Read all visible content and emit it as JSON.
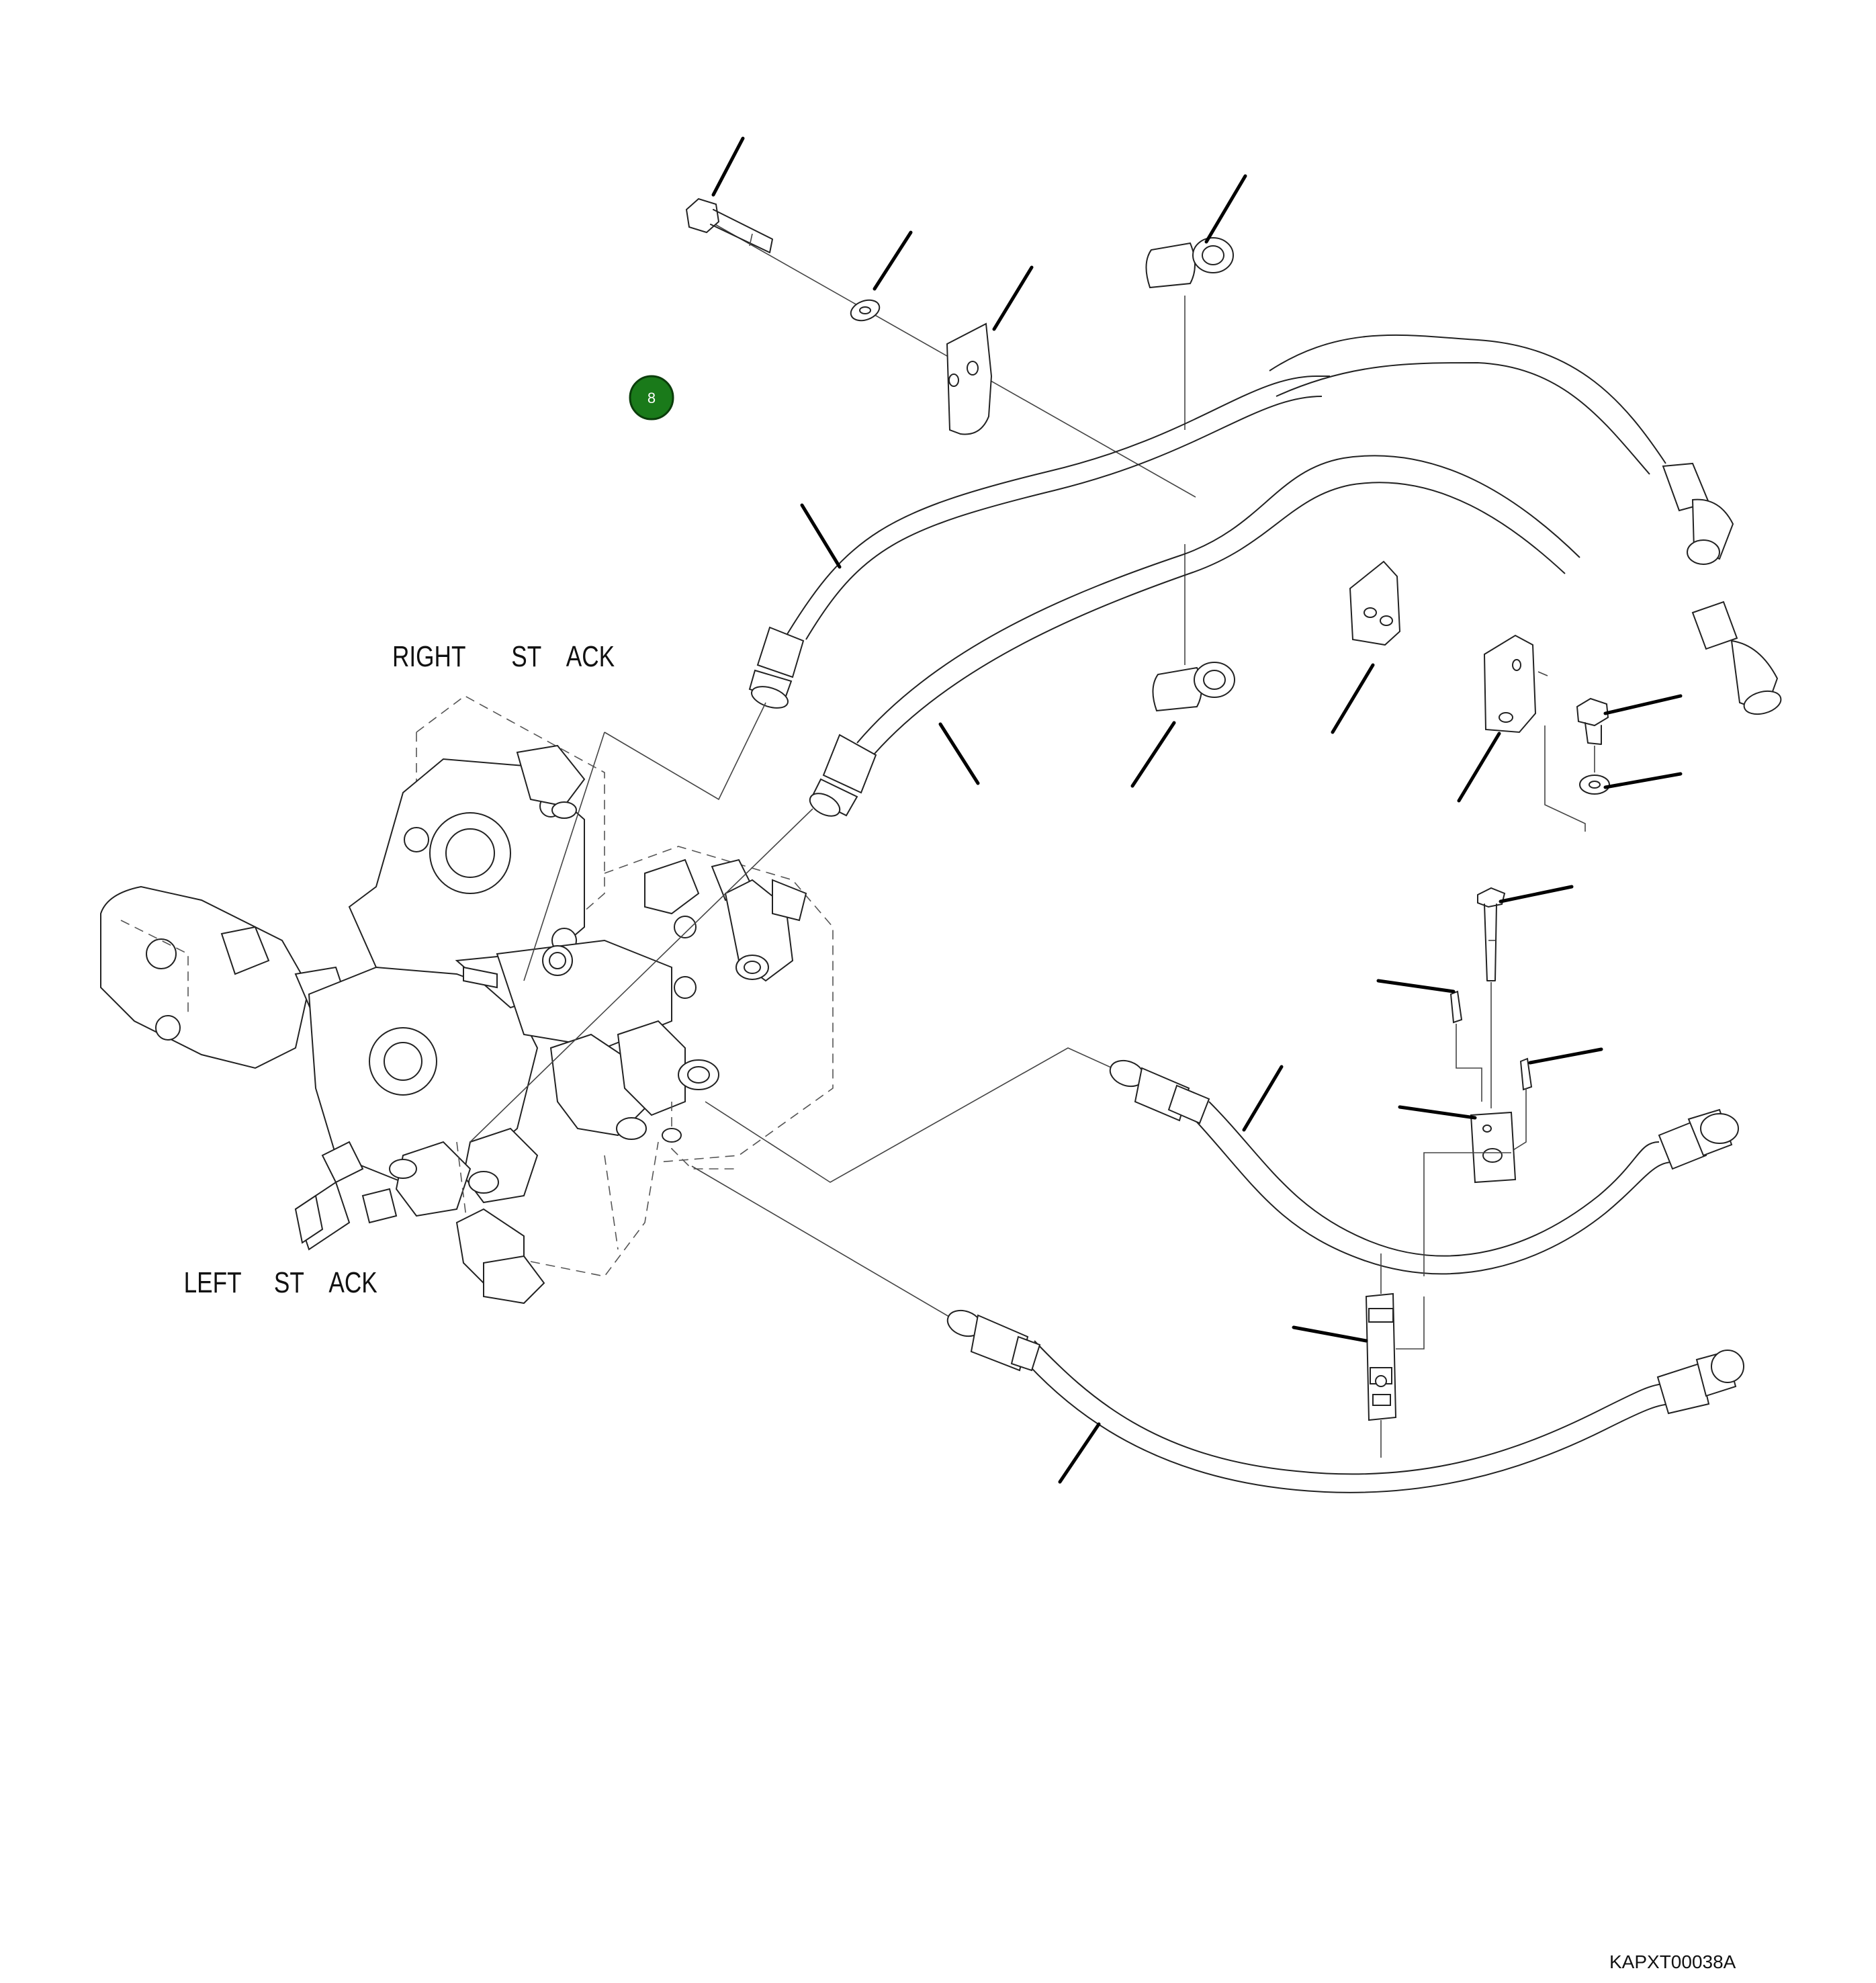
{
  "labels": {
    "right_stack": "RIGHT       ST    ACK",
    "left_stack": "LEFT     ST    ACK",
    "drawing_code": "KAPXT00038A"
  },
  "badge": {
    "value": "8",
    "color": "#1a7a1a"
  }
}
